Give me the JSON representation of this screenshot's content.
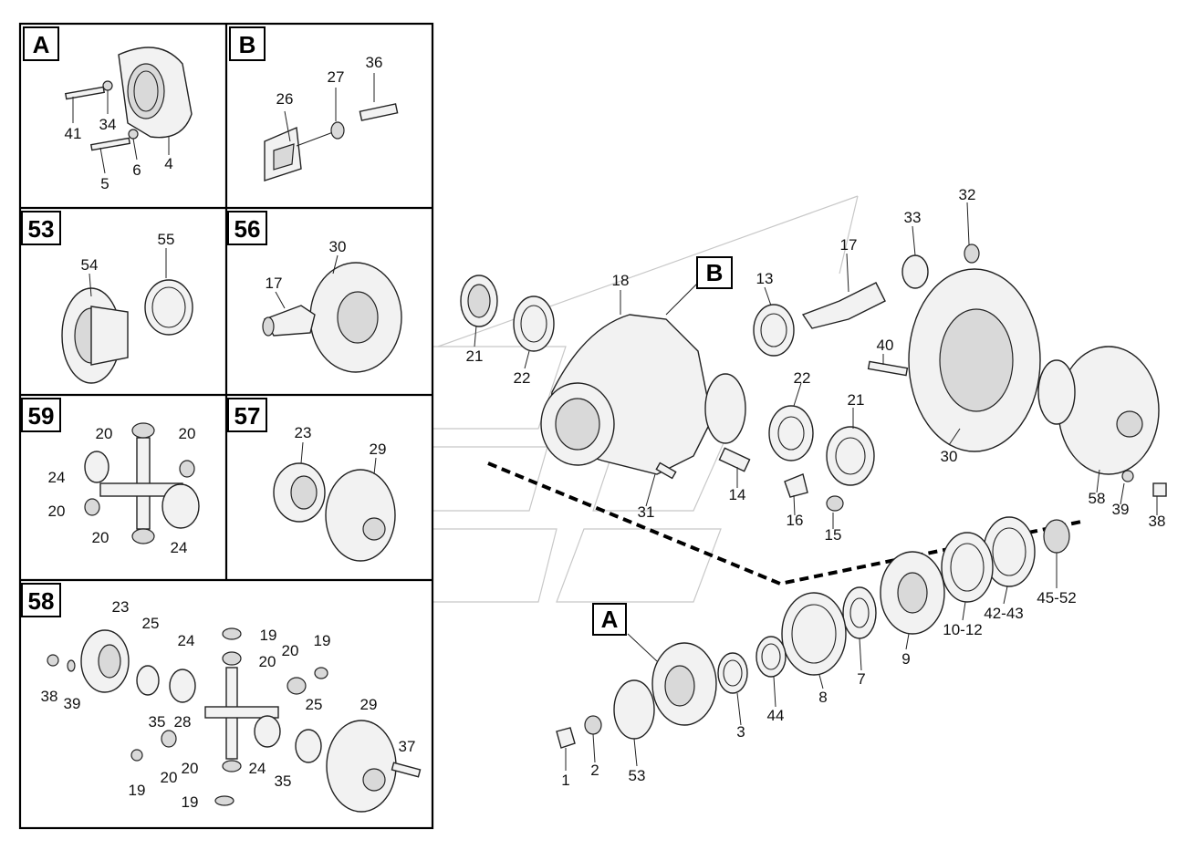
{
  "panels": {
    "A": "A",
    "B": "B",
    "p53": "53",
    "p56": "56",
    "p59": "59",
    "p57": "57",
    "p58": "58"
  },
  "callouts": {
    "main_B": "B",
    "main_A": "A"
  },
  "panel_A_labels": [
    "41",
    "34",
    "6",
    "4",
    "5"
  ],
  "panel_B_labels": [
    "36",
    "27",
    "26"
  ],
  "panel_53_labels": [
    "55",
    "54"
  ],
  "panel_56_labels": [
    "30",
    "17"
  ],
  "panel_59_labels": [
    "20",
    "20",
    "24",
    "20",
    "20",
    "24"
  ],
  "panel_57_labels": [
    "23",
    "29"
  ],
  "panel_58_labels": [
    "23",
    "25",
    "24",
    "19",
    "20",
    "19",
    "20",
    "38",
    "39",
    "35",
    "28",
    "25",
    "29",
    "37",
    "19",
    "20",
    "20",
    "24",
    "35",
    "19"
  ],
  "main_labels": [
    "32",
    "33",
    "17",
    "18",
    "13",
    "21",
    "22",
    "40",
    "22",
    "21",
    "30",
    "58",
    "39",
    "38",
    "31",
    "14",
    "16",
    "15",
    "45-52",
    "42-43",
    "10-12",
    "9",
    "7",
    "8",
    "44",
    "3",
    "1",
    "2",
    "53"
  ]
}
